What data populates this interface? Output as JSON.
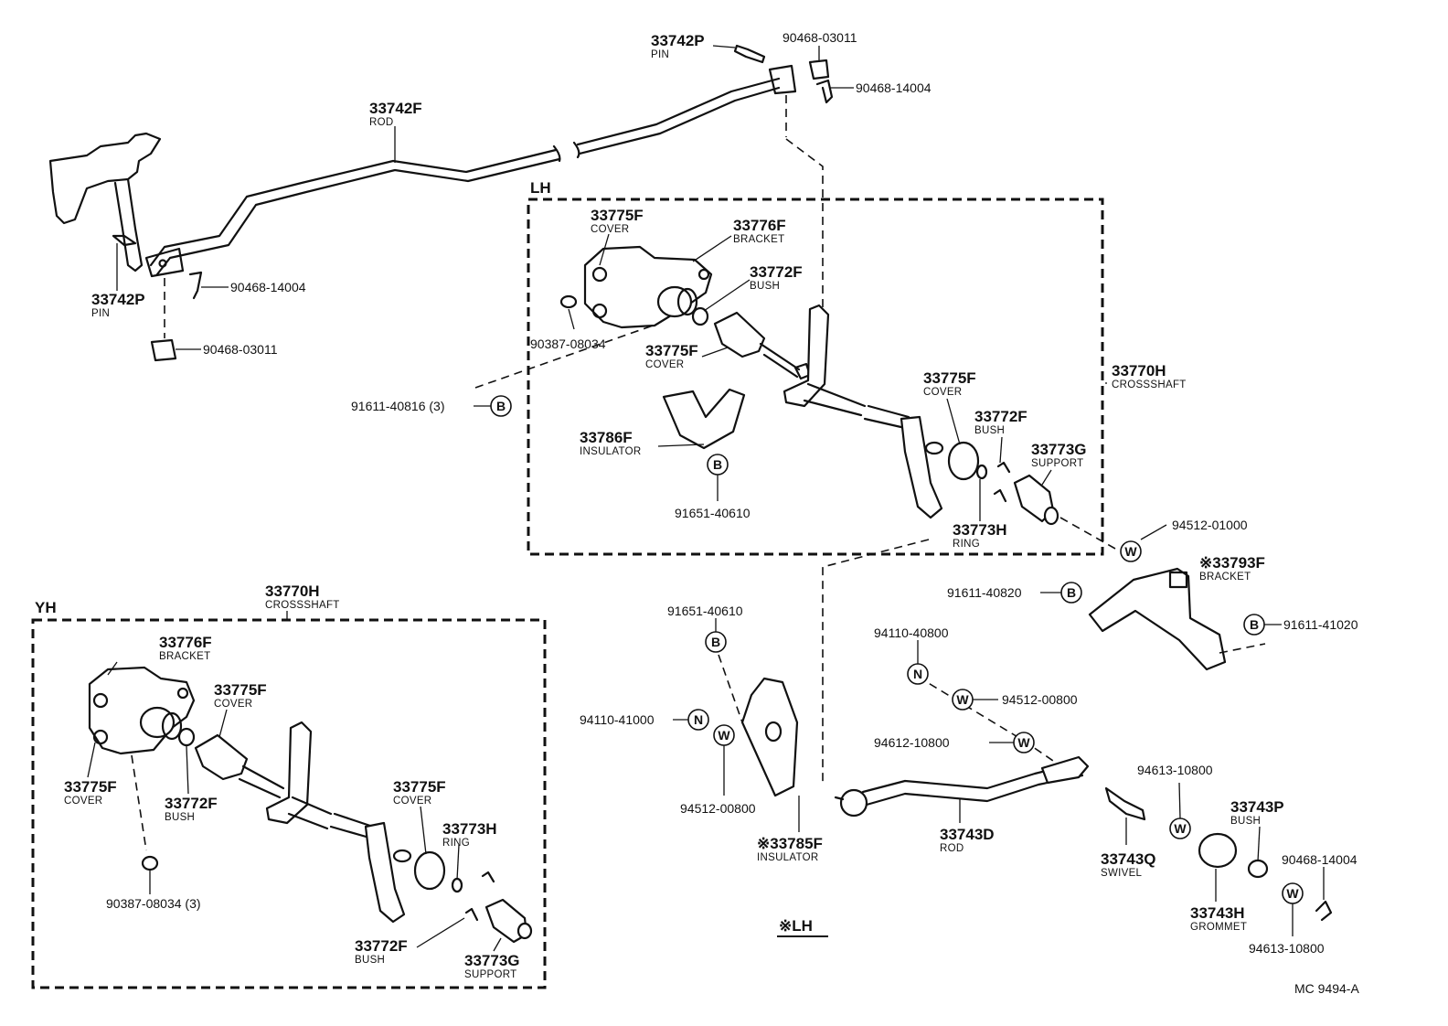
{
  "parts": [
    {
      "id": "p1",
      "num": "33742P",
      "name": "PIN"
    },
    {
      "id": "p2",
      "num": "90468-03011",
      "name": ""
    },
    {
      "id": "p3",
      "num": "90468-14004",
      "name": ""
    },
    {
      "id": "p4",
      "num": "33742F",
      "name": "ROD"
    },
    {
      "id": "p5",
      "num": "33742P",
      "name": "PIN"
    },
    {
      "id": "p6",
      "num": "90468-14004",
      "name": ""
    },
    {
      "id": "p7",
      "num": "90468-03011",
      "name": ""
    },
    {
      "id": "p8",
      "num": "91611-40816 (3)",
      "name": ""
    },
    {
      "id": "p9",
      "num": "33775F",
      "name": "COVER"
    },
    {
      "id": "p10",
      "num": "33776F",
      "name": "BRACKET"
    },
    {
      "id": "p11",
      "num": "33772F",
      "name": "BUSH"
    },
    {
      "id": "p12",
      "num": "90387-08034",
      "name": ""
    },
    {
      "id": "p13",
      "num": "33775F",
      "name": "COVER"
    },
    {
      "id": "p14",
      "num": "33786F",
      "name": "INSULATOR"
    },
    {
      "id": "p15",
      "num": "91651-40610",
      "name": ""
    },
    {
      "id": "p16",
      "num": "33775F",
      "name": "COVER"
    },
    {
      "id": "p17",
      "num": "33772F",
      "name": "BUSH"
    },
    {
      "id": "p18",
      "num": "33773G",
      "name": "SUPPORT"
    },
    {
      "id": "p19",
      "num": "33773H",
      "name": "RING"
    },
    {
      "id": "p20",
      "num": "33770H",
      "name": "CROSSSHAFT"
    },
    {
      "id": "p21",
      "num": "94512-01000",
      "name": ""
    },
    {
      "id": "p22",
      "num": "※33793F",
      "name": "BRACKET"
    },
    {
      "id": "p23",
      "num": "91611-40820",
      "name": ""
    },
    {
      "id": "p24",
      "num": "91611-41020",
      "name": ""
    },
    {
      "id": "p25",
      "num": "91651-40610",
      "name": ""
    },
    {
      "id": "p26",
      "num": "94110-40800",
      "name": ""
    },
    {
      "id": "p27",
      "num": "94512-00800",
      "name": ""
    },
    {
      "id": "p28",
      "num": "94612-10800",
      "name": ""
    },
    {
      "id": "p29",
      "num": "94110-41000",
      "name": ""
    },
    {
      "id": "p30",
      "num": "94512-00800",
      "name": ""
    },
    {
      "id": "p31",
      "num": "※33785F",
      "name": "INSULATOR"
    },
    {
      "id": "p32",
      "num": "33743D",
      "name": "ROD"
    },
    {
      "id": "p33",
      "num": "94613-10800",
      "name": ""
    },
    {
      "id": "p34",
      "num": "33743Q",
      "name": "SWIVEL"
    },
    {
      "id": "p35",
      "num": "33743P",
      "name": "BUSH"
    },
    {
      "id": "p36",
      "num": "33743H",
      "name": "GROMMET"
    },
    {
      "id": "p37",
      "num": "90468-14004",
      "name": ""
    },
    {
      "id": "p38",
      "num": "94613-10800",
      "name": ""
    },
    {
      "id": "p39",
      "num": "33770H",
      "name": "CROSSSHAFT"
    },
    {
      "id": "p40",
      "num": "33776F",
      "name": "BRACKET"
    },
    {
      "id": "p41",
      "num": "33775F",
      "name": "COVER"
    },
    {
      "id": "p42",
      "num": "33775F",
      "name": "COVER"
    },
    {
      "id": "p43",
      "num": "33772F",
      "name": "BUSH"
    },
    {
      "id": "p44",
      "num": "33775F",
      "name": "COVER"
    },
    {
      "id": "p45",
      "num": "33773H",
      "name": "RING"
    },
    {
      "id": "p46",
      "num": "90387-08034 (3)",
      "name": ""
    },
    {
      "id": "p47",
      "num": "33772F",
      "name": "BUSH"
    },
    {
      "id": "p48",
      "num": "33773G",
      "name": "SUPPORT"
    }
  ],
  "sections": {
    "lh": "LH",
    "yh": "YH",
    "lh_note": "※LH"
  },
  "symbols": {
    "bolt": "B",
    "washer": "W",
    "nut": "N"
  },
  "drawing_id": "MC 9494-A"
}
